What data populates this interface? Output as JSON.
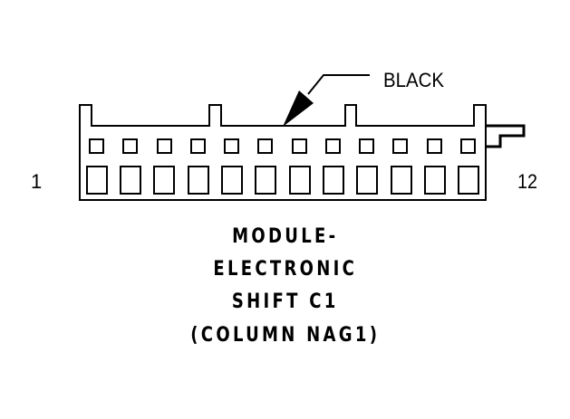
{
  "connector": {
    "callout_label": "BLACK",
    "pin_start_label": "1",
    "pin_end_label": "12",
    "cavity_count": 12,
    "stroke_color": "#000000",
    "background_color": "#ffffff"
  },
  "title": {
    "lines": [
      "MODULE-",
      "ELECTRONIC",
      "SHIFT C1",
      "(COLUMN NAG1)"
    ]
  }
}
